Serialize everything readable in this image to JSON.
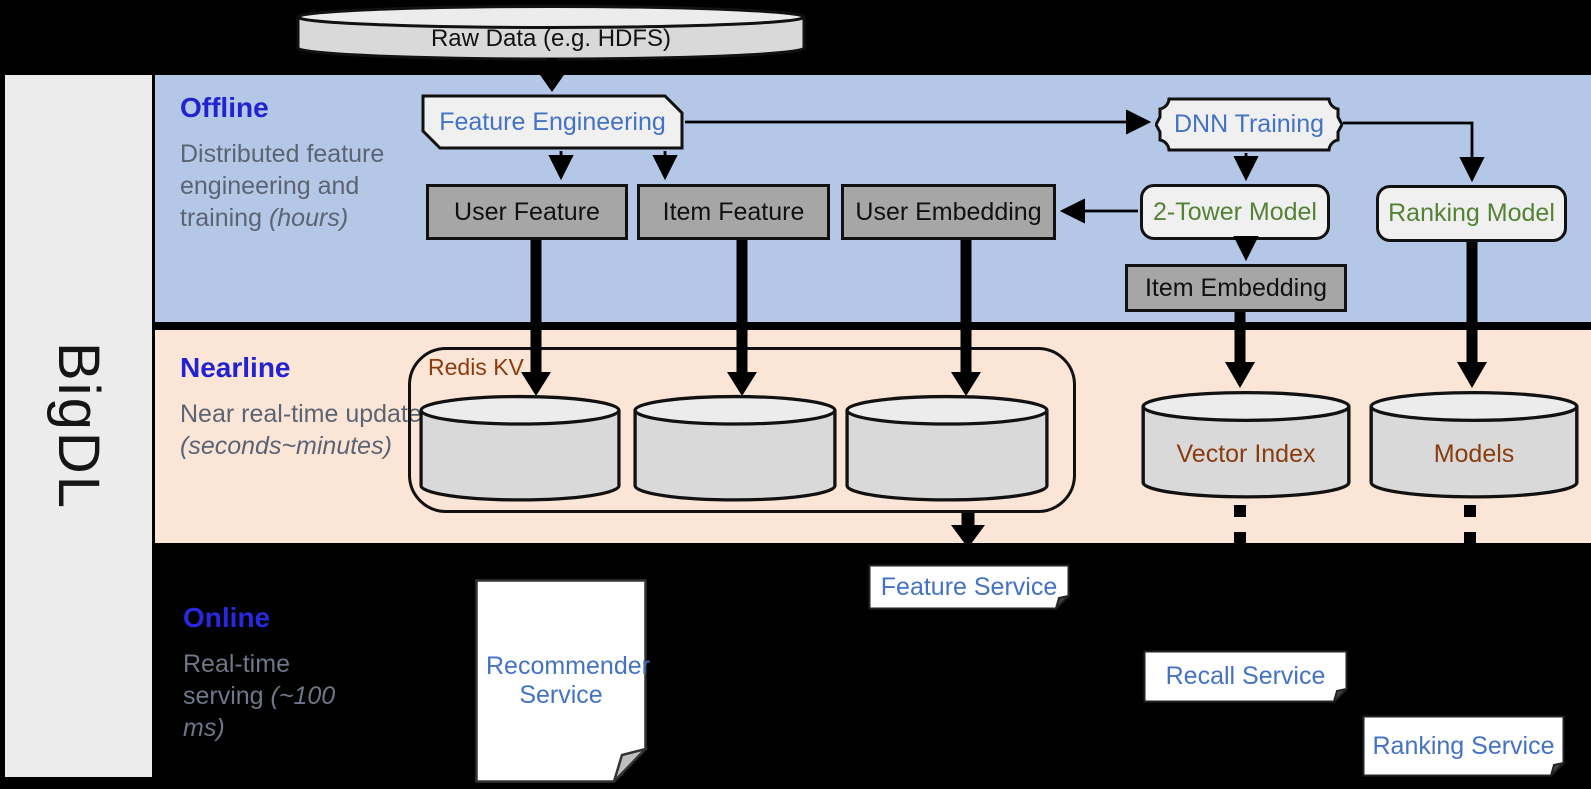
{
  "brand": {
    "vertical_label": "BigDL"
  },
  "datasource": {
    "raw_data_label": "Raw Data (e.g. HDFS)"
  },
  "offline": {
    "title": "Offline",
    "subtitle_normal": "Distributed feature engineering and training ",
    "subtitle_italic": "(hours)",
    "nodes": {
      "feature_engineering": "Feature Engineering",
      "dnn_training": "DNN Training",
      "user_feature": "User Feature",
      "item_feature": "Item Feature",
      "user_embedding": "User Embedding",
      "two_tower_model": "2-Tower Model",
      "ranking_model": "Ranking Model",
      "item_embedding": "Item Embedding"
    }
  },
  "nearline": {
    "title": "Nearline",
    "subtitle_normal": "Near real-time update ",
    "subtitle_italic": "(seconds~minutes)",
    "redis_label": "Redis KV",
    "vector_index_label": "Vector Index",
    "models_label": "Models"
  },
  "online": {
    "title": "Online",
    "subtitle_normal": "Real-time serving ",
    "subtitle_italic": "(~100 ms)",
    "services": {
      "recommender_service": "Recommender Service",
      "feature_service": "Feature Service",
      "recall_service": "Recall Service",
      "ranking_service": "Ranking Service"
    }
  },
  "colors": {
    "offline_band": "#b4c7e7",
    "nearline_band": "#fbe5d6",
    "online_background": "#000000",
    "band_title_blue": "#2222cf",
    "subtitle_gray": "#5b6473",
    "node_accent_blue": "#4472c4",
    "model_green": "#548235",
    "storage_brown": "#8a3c0f",
    "gray_node": "#a6a6a6",
    "light_node": "#f0f0f0",
    "cylinder_fill": "#d9d9d9",
    "brand_bar": "#ececec"
  }
}
